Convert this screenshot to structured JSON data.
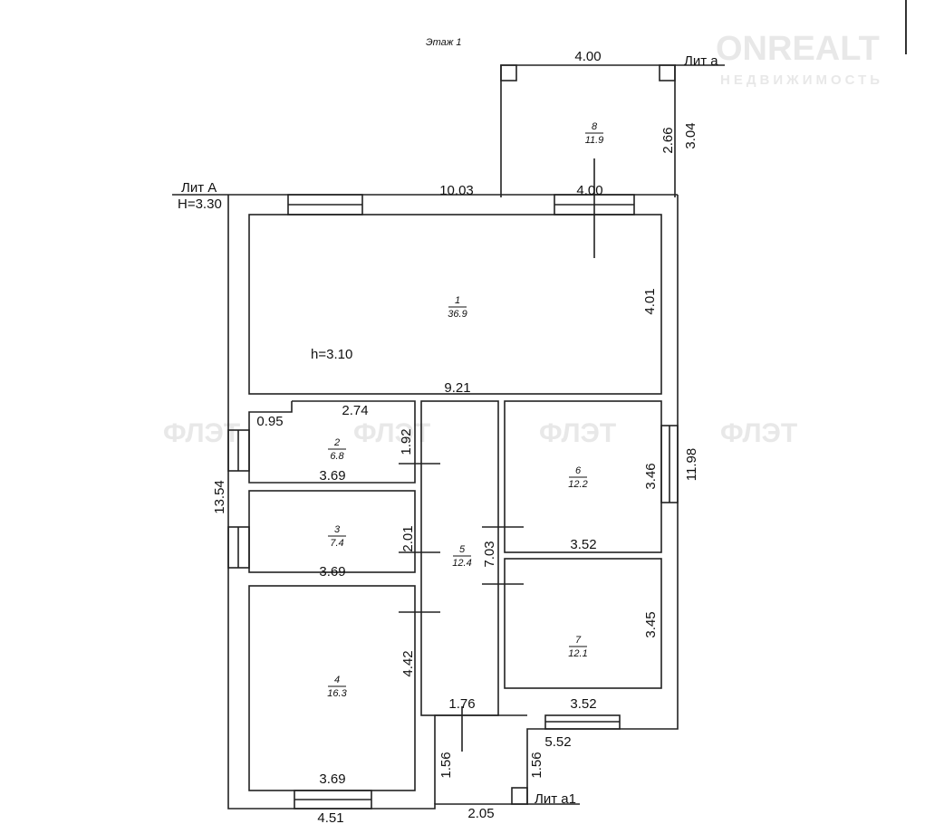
{
  "title": "Этаж 1",
  "watermark": {
    "brand": "ONREALT",
    "sub": "НЕДВИЖИМОСТЬ",
    "repeat": "ФЛЭТ"
  },
  "labels": {
    "lit_A": "Лит А",
    "height_A": "H=3.30",
    "lit_a": "Лит а",
    "lit_a1": "Лит а1",
    "room_height": "h=3.10"
  },
  "rooms": [
    {
      "num": "1",
      "area": "36.9"
    },
    {
      "num": "2",
      "area": "6.8"
    },
    {
      "num": "3",
      "area": "7.4"
    },
    {
      "num": "4",
      "area": "16.3"
    },
    {
      "num": "5",
      "area": "12.4"
    },
    {
      "num": "6",
      "area": "12.2"
    },
    {
      "num": "7",
      "area": "12.1"
    },
    {
      "num": "8",
      "area": "11.9"
    }
  ],
  "dims": {
    "porch_top": "4.00",
    "porch_inner": "2.66",
    "porch_outer": "3.04",
    "top_total": "10.03",
    "top_right": "4.00",
    "room1_h": "4.01",
    "room1_w": "9.21",
    "r2_top": "2.74",
    "r2_notch": "0.95",
    "r2_h": "1.92",
    "r2_w": "3.69",
    "r3_h": "2.01",
    "r3_w": "3.69",
    "r4_h": "4.42",
    "r4_w": "3.69",
    "left_total": "13.54",
    "right_total": "11.98",
    "corr_h": "7.03",
    "corr_w": "1.76",
    "r6_h": "3.46",
    "r6_w": "3.52",
    "r7_h": "3.45",
    "r7_w": "3.52",
    "bottom_right": "5.52",
    "porch2_l": "1.56",
    "porch2_r": "1.56",
    "porch2_w": "2.05",
    "bottom_left": "4.51"
  }
}
